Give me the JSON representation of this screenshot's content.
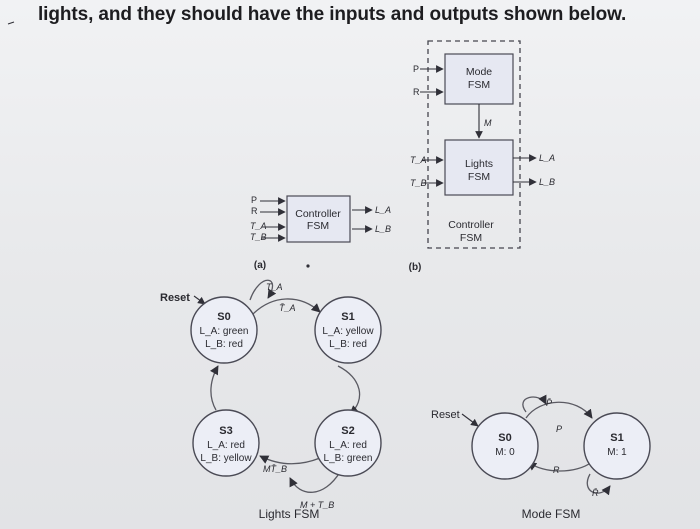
{
  "heading": "lights, and they should have the inputs and outputs shown below.",
  "fig_a": {
    "inputs": [
      "P",
      "R",
      "T_A",
      "T_B"
    ],
    "box": [
      "Controller",
      "FSM"
    ],
    "outputs": [
      "L_A",
      "L_B"
    ],
    "caption": "(a)"
  },
  "fig_b": {
    "inputs_top": [
      "P",
      "R"
    ],
    "mode_box": [
      "Mode",
      "FSM"
    ],
    "m_signal": "M",
    "inputs_mid": [
      "T_A",
      "T_B"
    ],
    "lights_box": [
      "Lights",
      "FSM"
    ],
    "outputs": [
      "L_A",
      "L_B"
    ],
    "controller_label": [
      "Controller",
      "FSM"
    ],
    "caption": "(b)"
  },
  "lights_fsm": {
    "reset": "Reset",
    "states": [
      {
        "name": "S0",
        "la": "L_A: green",
        "lb": "L_B: red"
      },
      {
        "name": "S1",
        "la": "L_A: yellow",
        "lb": "L_B: red"
      },
      {
        "name": "S2",
        "la": "L_A: red",
        "lb": "L_B: green"
      },
      {
        "name": "S3",
        "la": "L_A: red",
        "lb": "L_B: yellow"
      }
    ],
    "conditions": {
      "s0_self": "T_A",
      "s0_to_s1": "T̄_A",
      "s2_self": "M + T_B",
      "s2_to_s3": "MT̄_B"
    },
    "title": "Lights FSM"
  },
  "mode_fsm": {
    "reset": "Reset",
    "states": [
      {
        "name": "S0",
        "out": "M: 0"
      },
      {
        "name": "S1",
        "out": "M: 1"
      }
    ],
    "conditions": {
      "p_bar": "P̄",
      "p": "P",
      "r": "R",
      "r_bar": "R̄"
    },
    "title": "Mode FSM"
  }
}
